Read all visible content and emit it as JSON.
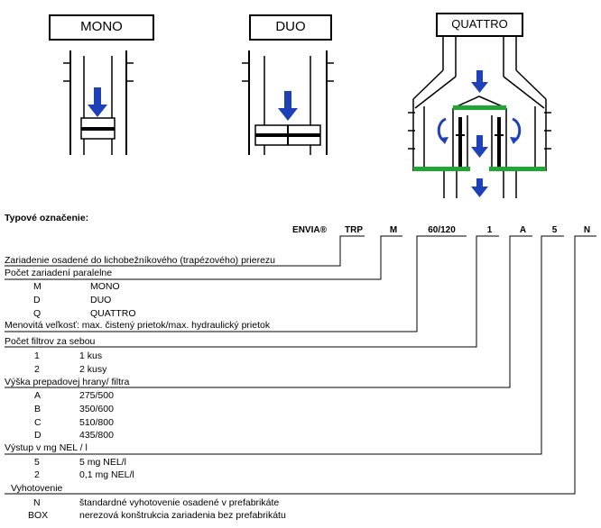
{
  "figure": {
    "labels": {
      "mono": "MONO",
      "duo": "DUO",
      "quattro": "QUATTRO"
    },
    "colors": {
      "arrow": "#1e40b8",
      "green": "#21a535",
      "line": "#000000"
    }
  },
  "designation": {
    "heading": "Typové označenie:",
    "codes": [
      "ENVIA®",
      "TRP",
      "M",
      "60/120",
      "1",
      "A",
      "5",
      "N"
    ],
    "sections": [
      {
        "title": "Zariadenie osadené do lichobežníkového (trapézového) prierezu",
        "options": []
      },
      {
        "title": "Počet zariadení paralelne",
        "options": [
          {
            "code": "M",
            "text": "MONO"
          },
          {
            "code": "D",
            "text": "DUO"
          },
          {
            "code": "Q",
            "text": "QUATTRO"
          }
        ]
      },
      {
        "title": "Menovitá veľkosť: max. čistený prietok/max. hydraulický prietok",
        "options": []
      },
      {
        "title": "Počet filtrov za sebou",
        "options": [
          {
            "code": "1",
            "text": "1 kus"
          },
          {
            "code": "2",
            "text": "2 kusy"
          }
        ]
      },
      {
        "title": "Výška prepadovej hrany/ filtra",
        "options": [
          {
            "code": "A",
            "text": "275/500"
          },
          {
            "code": "B",
            "text": "350/600"
          },
          {
            "code": "C",
            "text": "510/800"
          },
          {
            "code": "D",
            "text": "435/800"
          }
        ]
      },
      {
        "title": "Výstup v mg NEL / l",
        "options": [
          {
            "code": "5",
            "text": "5 mg NEL/l"
          },
          {
            "code": "2",
            "text": "0,1 mg NEL/l"
          }
        ]
      },
      {
        "title": "Vyhotovenie",
        "options": [
          {
            "code": "N",
            "text": "štandardné vyhotovenie osadené v prefabrikáte"
          },
          {
            "code": "BOX",
            "text": "nerezová konštrukcia zariadenia bez prefabrikátu"
          }
        ]
      }
    ]
  }
}
